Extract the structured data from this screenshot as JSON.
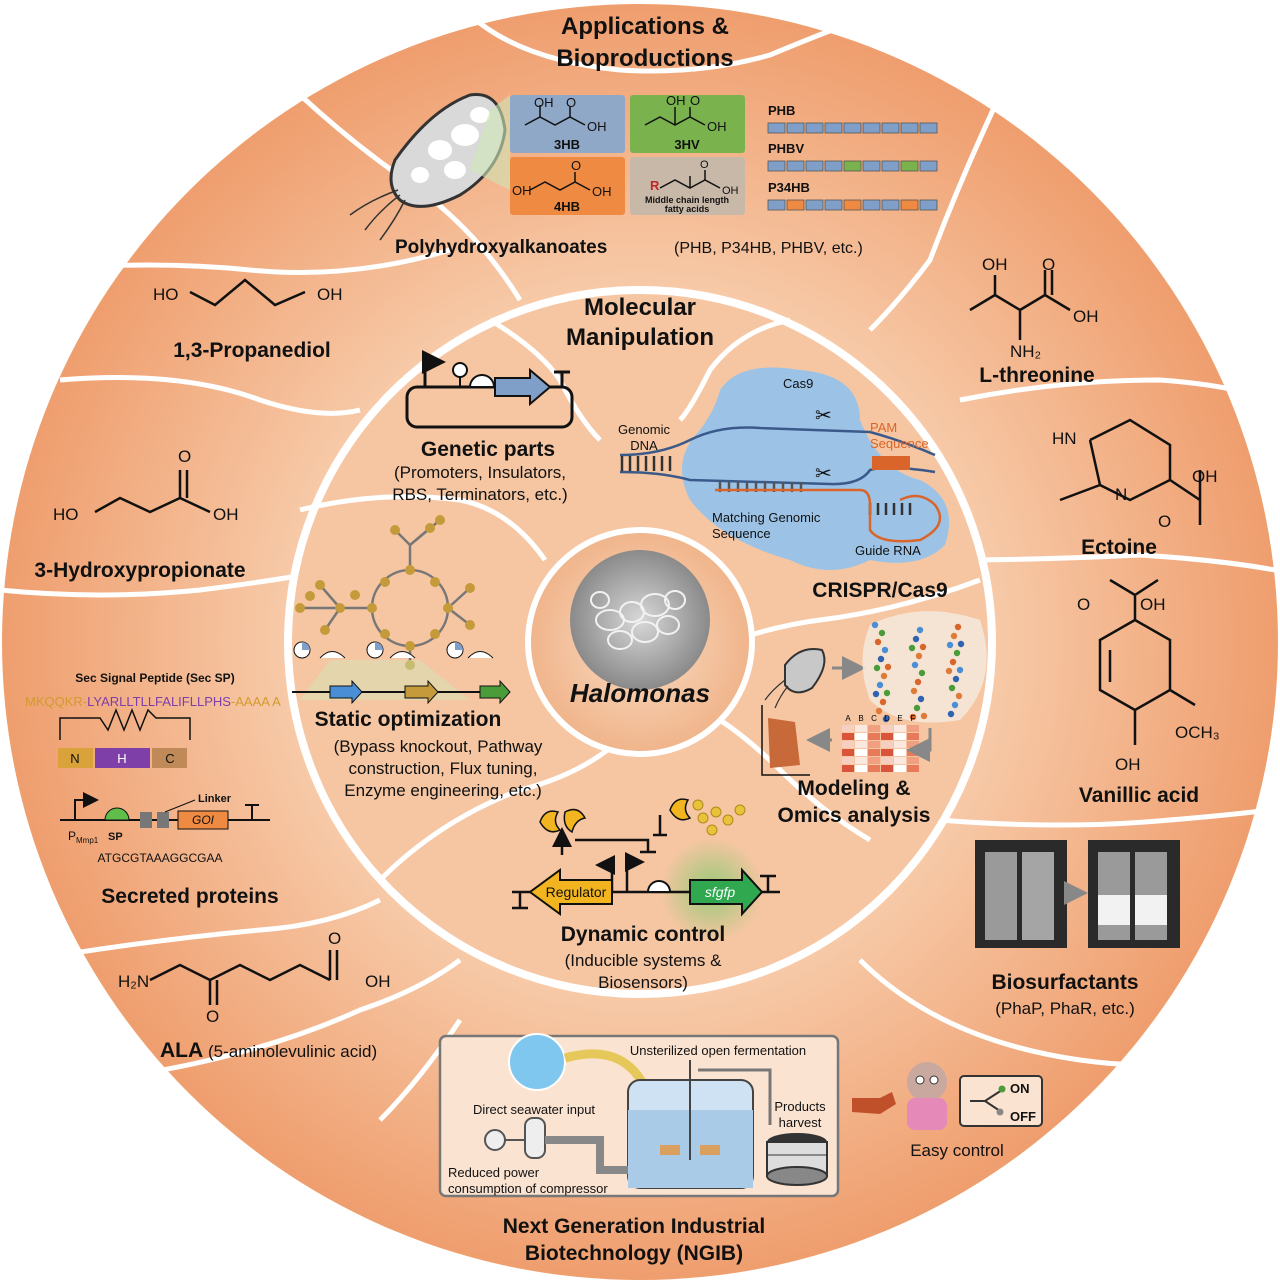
{
  "colors": {
    "outer_ring": "#f2b48e",
    "mid_ring": "#f5c7a5",
    "inner_disc": "#f3c09c",
    "divider": "#ffffff",
    "bond": "#111111",
    "box_3hb": "#8fa8c8",
    "box_3hv": "#7ab24e",
    "box_4hb": "#ef8a43",
    "box_mcl": "#c8b8a8",
    "polymer_blue": "#7f9fc9",
    "polymer_orange": "#ef8a43",
    "cas9": "#9cc3e6",
    "dna": "#3b5a8a",
    "pam": "#d9652a",
    "regulator": "#f2b51f",
    "sfgfp": "#2fa84f"
  },
  "outer_title": {
    "line1": "Applications &",
    "line2": "Bioproductions"
  },
  "pha": {
    "label": "Polyhydroxyalkanoates",
    "examples": "(PHB, P34HB, PHBV, etc.)",
    "monomers": {
      "hb3": "3HB",
      "hv3": "3HV",
      "hb4": "4HB",
      "mcl_r": "R",
      "mcl_line1": "Middle chain length",
      "mcl_line2": "fatty acids",
      "oh": "OH",
      "o": "O"
    },
    "polymers": [
      "PHB",
      "PHBV",
      "P34HB"
    ]
  },
  "propanediol": {
    "name": "1,3-Propanediol",
    "ho": "HO",
    "oh": "OH"
  },
  "hydroxypropionate": {
    "name": "3-Hydroxypropionate",
    "ho": "HO",
    "oh": "OH",
    "o": "O"
  },
  "secreted": {
    "name": "Secreted proteins",
    "sp_title": "Sec Signal Peptide (Sec SP)",
    "seq_n": "MKQQKR-",
    "seq_h": "LYARLLTLLFALIFLLPHS",
    "seq_c": "-AAAA A",
    "domains": [
      "N",
      "H",
      "C"
    ],
    "promoter": "P",
    "promoter_sub": "Mmp1",
    "sp": "SP",
    "linker": "Linker",
    "goi": "GOI",
    "dna_seq": "ATGCGTAAAGGCGAA"
  },
  "ala": {
    "name": "ALA",
    "full": "(5-aminolevulinic acid)",
    "h2n": "H₂N",
    "oh": "OH",
    "o": "O"
  },
  "threonine": {
    "name": "L-threonine",
    "oh": "OH",
    "o": "O",
    "nh2": "NH₂"
  },
  "ectoine": {
    "name": "Ectoine",
    "hn": "HN",
    "n": "N",
    "oh": "OH",
    "o": "O"
  },
  "vanillic": {
    "name": "Vanillic acid",
    "oh": "OH",
    "o": "O",
    "och3": "OCH₃"
  },
  "biosurfactants": {
    "name": "Biosurfactants",
    "examples": "(PhaP, PhaR, etc.)"
  },
  "ngib": {
    "line1": "Next Generation Industrial",
    "line2": "Biotechnology (NGIB)",
    "open_fermentation": "Unsterilized open fermentation",
    "seawater": "Direct seawater input",
    "power_line1": "Reduced power",
    "power_line2": "consumption of compressor",
    "harvest_line1": "Products",
    "harvest_line2": "harvest",
    "easy_control": "Easy control",
    "on": "ON",
    "off": "OFF"
  },
  "mol_title": {
    "line1": "Molecular",
    "line2": "Manipulation"
  },
  "genetic_parts": {
    "name": "Genetic parts",
    "line1": "(Promoters, Insulators,",
    "line2": "RBS, Terminators, etc.)"
  },
  "crispr": {
    "name": "CRISPR/Cas9",
    "cas9": "Cas9",
    "genomic1": "Genomic",
    "genomic2": "DNA",
    "pam1": "PAM",
    "pam2": "Sequence",
    "matching1": "Matching Genomic",
    "matching2": "Sequence",
    "guide": "Guide RNA"
  },
  "static": {
    "name": "Static optimization",
    "line1": "(Bypass knockout, Pathway",
    "line2": "construction, Flux tuning,",
    "line3": "Enzyme engineering, etc.)"
  },
  "modeling": {
    "line1": "Modeling &",
    "line2": "Omics analysis",
    "heat_labels": [
      "A",
      "B",
      "C",
      "D",
      "E",
      "F"
    ]
  },
  "dynamic": {
    "name": "Dynamic control",
    "line1": "(Inducible systems &",
    "line2": "Biosensors)",
    "regulator": "Regulator",
    "sfgfp": "sfgfp"
  },
  "center": {
    "name": "Halomonas"
  }
}
